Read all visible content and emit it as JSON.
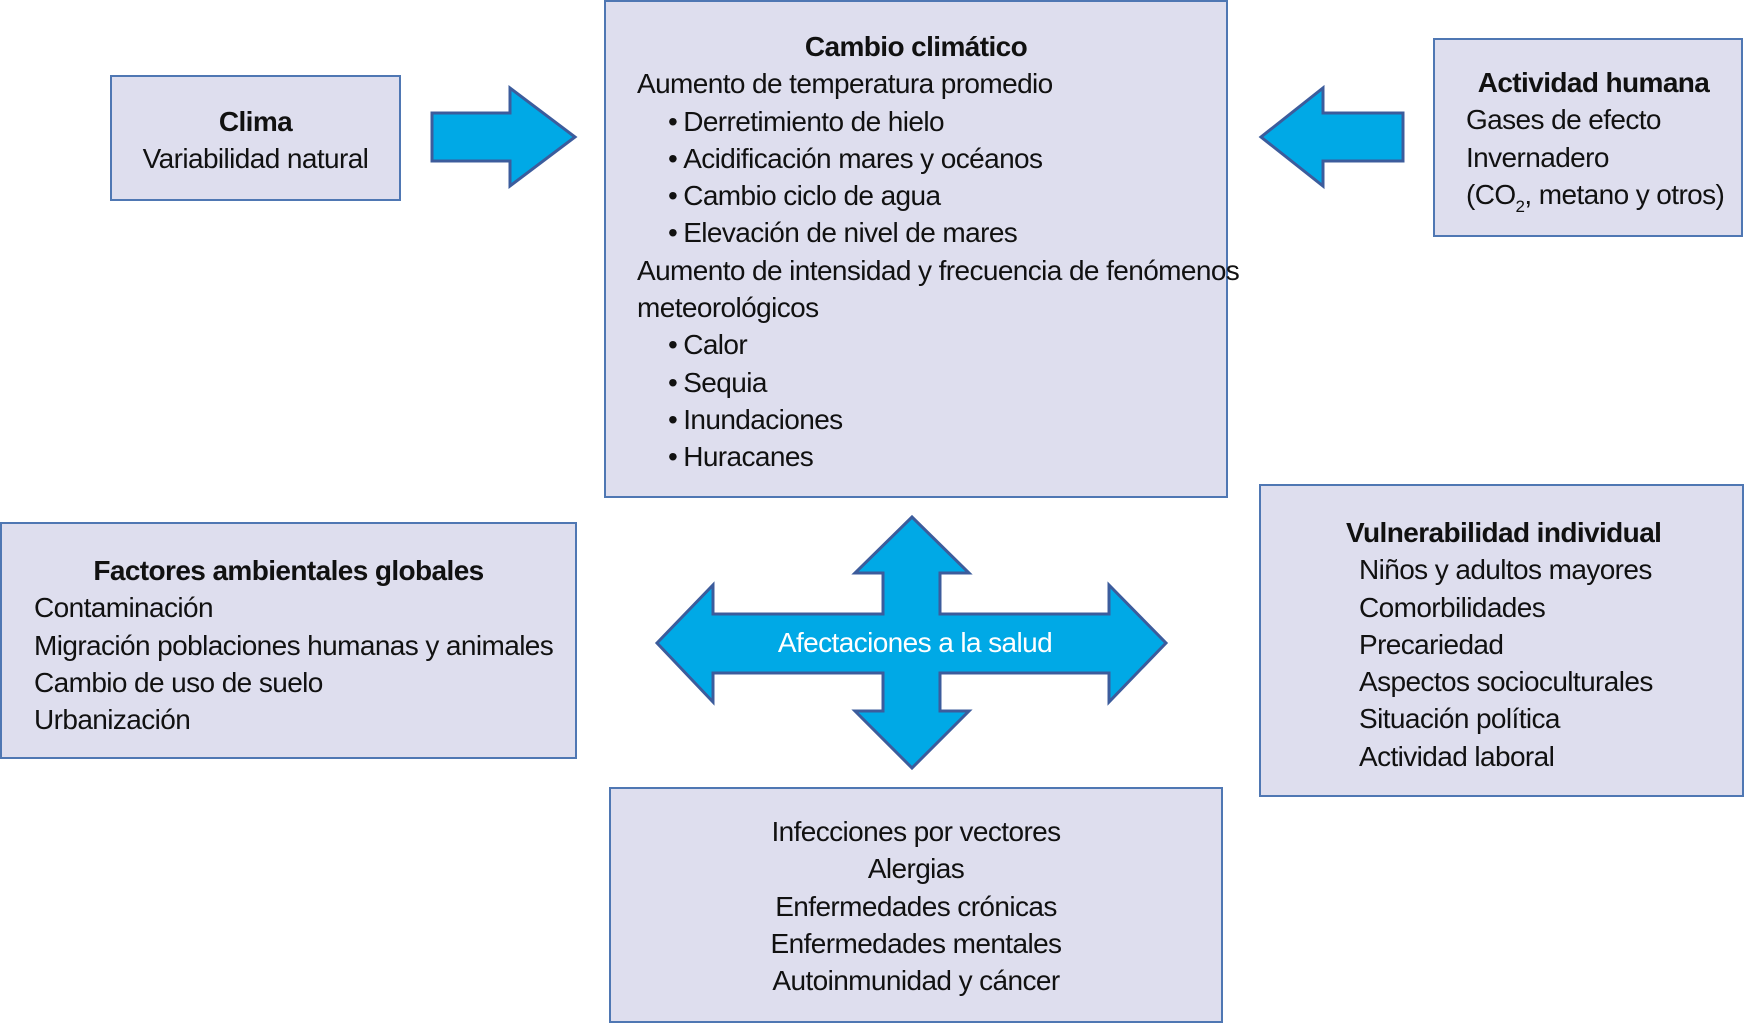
{
  "colors": {
    "box_fill": "#dedeee",
    "box_border": "#4f77b3",
    "arrow_fill": "#00a9e6",
    "arrow_outline": "#3c5c9c",
    "arrow_text": "#ffffff"
  },
  "clima": {
    "title": "Clima",
    "lines": [
      "Variabilidad natural"
    ]
  },
  "cambio_climatico": {
    "title": "Cambio climático",
    "sections": [
      {
        "heading": "Aumento de temperatura promedio",
        "bullets": [
          "Derretimiento de hielo",
          "Acidificación mares y océanos",
          "Cambio ciclo de agua",
          "Elevación de nivel de mares"
        ]
      },
      {
        "heading_line1": "Aumento de intensidad y frecuencia de fenómenos",
        "heading_line2": "meteorológicos",
        "bullets": [
          "Calor",
          "Sequia",
          "Inundaciones",
          "Huracanes"
        ]
      }
    ]
  },
  "actividad_humana": {
    "title": "Actividad humana",
    "lines": [
      "Gases de efecto",
      "Invernadero"
    ],
    "co2_prefix": "(CO",
    "co2_subscript": "2",
    "co2_suffix": ", metano y otros)"
  },
  "factores_ambientales": {
    "title": "Factores ambientales globales",
    "items": [
      "Contaminación",
      "Migración poblaciones humanas y animales",
      "Cambio de uso de suelo",
      "Urbanización"
    ]
  },
  "vulnerabilidad": {
    "title": "Vulnerabilidad individual",
    "items": [
      "Niños y adultos mayores",
      "Comorbilidades",
      "Precariedad",
      "Aspectos socioculturales",
      "Situación política",
      "Actividad laboral"
    ]
  },
  "afectaciones": {
    "label": "Afectaciones a la salud"
  },
  "enfermedades": {
    "items": [
      "Infecciones por vectores",
      "Alergias",
      "Enfermedades crónicas",
      "Enfermedades mentales",
      "Autoinmunidad y cáncer"
    ]
  }
}
